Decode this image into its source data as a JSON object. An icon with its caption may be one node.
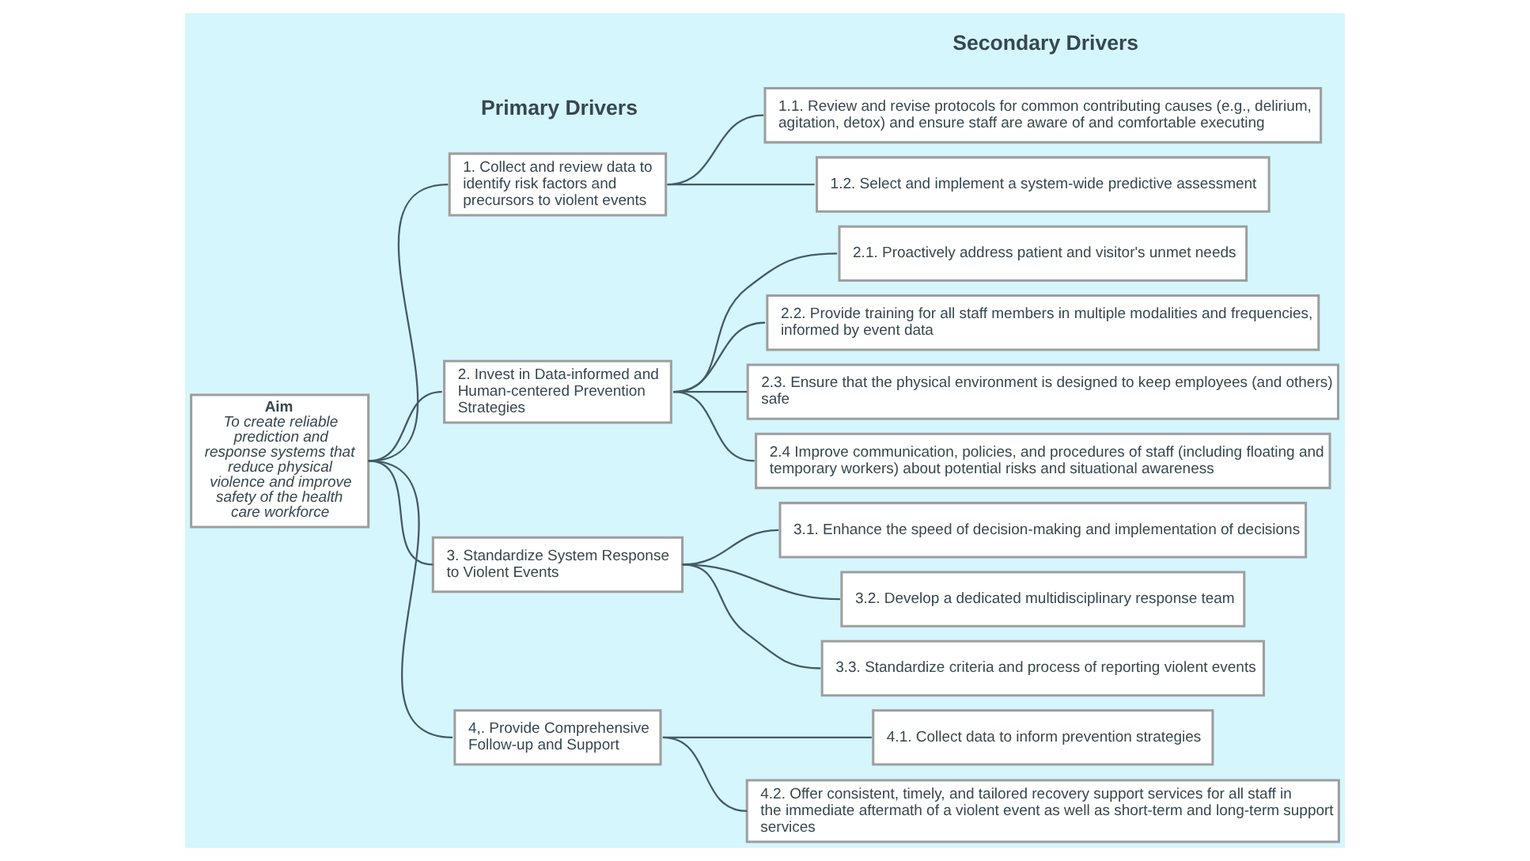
{
  "diagram": {
    "nodes": [
      {
        "text": [
          "Aim",
          "To create reliable prediction and response systems that reduce physical violence and improve safety of the health care workforce"
        ]
      },
      {
        "text": [
          "1. Collect and review data to identify risk factors and precursors to violent events"
        ]
      },
      {
        "text": [
          "2. Invest in Data-informed and Human-centered Prevention Strategies"
        ]
      },
      {
        "text": [
          "3. Standardize System Response to Violent Events"
        ]
      },
      {
        "text": [
          "4,. Provide Comprehensive Follow-up and Support"
        ]
      },
      {
        "text": [
          "1.1. Review and revise protocols for common contributing causes (e.g., delirium, agitation, detox) and ensure staff are aware of and comfortable executing"
        ]
      },
      {
        "text": [
          "1.2. Select and implement a system-wide predictive assessment"
        ]
      },
      {
        "text": [
          "2.1. Proactively address patient and visitor's unmet needs"
        ]
      },
      {
        "text": [
          "2.2. Provide training for all staff members in multiple modalities and frequencies, informed by event data"
        ]
      },
      {
        "text": [
          "2.3. Ensure that the physical environment is designed to keep employees (and others) safe"
        ]
      },
      {
        "text": [
          "2.4 Improve communication, policies, and procedures of staff (including floating and temporary workers) about potential risks and situational awareness"
        ]
      },
      {
        "text": [
          "3.1. Enhance the speed of decision-making and implementation of decisions"
        ]
      },
      {
        "text": [
          "3.2. Develop a dedicated multidisciplinary response team"
        ]
      },
      {
        "text": [
          "3.3. Standardize criteria and process of reporting violent events"
        ]
      },
      {
        "text": [
          "4.1. Collect data to inform prevention strategies"
        ]
      },
      {
        "text": [
          "4.2. Offer consistent, timely, and tailored recovery support services for all staff in the immediate aftermath of a violent event as well as short-term and long-term support services"
        ]
      }
    ],
    "edges": [
      {
        "from": 0,
        "to": 1,
        "arrow": "none"
      },
      {
        "from": 0,
        "to": 2,
        "arrow": "none"
      },
      {
        "from": 0,
        "to": 3,
        "arrow": "none"
      },
      {
        "from": 0,
        "to": 4,
        "arrow": "none"
      },
      {
        "from": 1,
        "to": 5,
        "arrow": "none"
      },
      {
        "from": 1,
        "to": 6,
        "arrow": "none"
      },
      {
        "from": 2,
        "to": 7,
        "arrow": "none"
      },
      {
        "from": 2,
        "to": 8,
        "arrow": "none"
      },
      {
        "from": 2,
        "to": 9,
        "arrow": "none"
      },
      {
        "from": 2,
        "to": 10,
        "arrow": "none"
      },
      {
        "from": 3,
        "to": 11,
        "arrow": "none"
      },
      {
        "from": 3,
        "to": 12,
        "arrow": "none"
      },
      {
        "from": 3,
        "to": 13,
        "arrow": "none"
      },
      {
        "from": 4,
        "to": 14,
        "arrow": "none"
      },
      {
        "from": 4,
        "to": 15,
        "arrow": "none"
      }
    ],
    "labels": [
      "Primary Drivers",
      "Secondary Drivers"
    ]
  }
}
